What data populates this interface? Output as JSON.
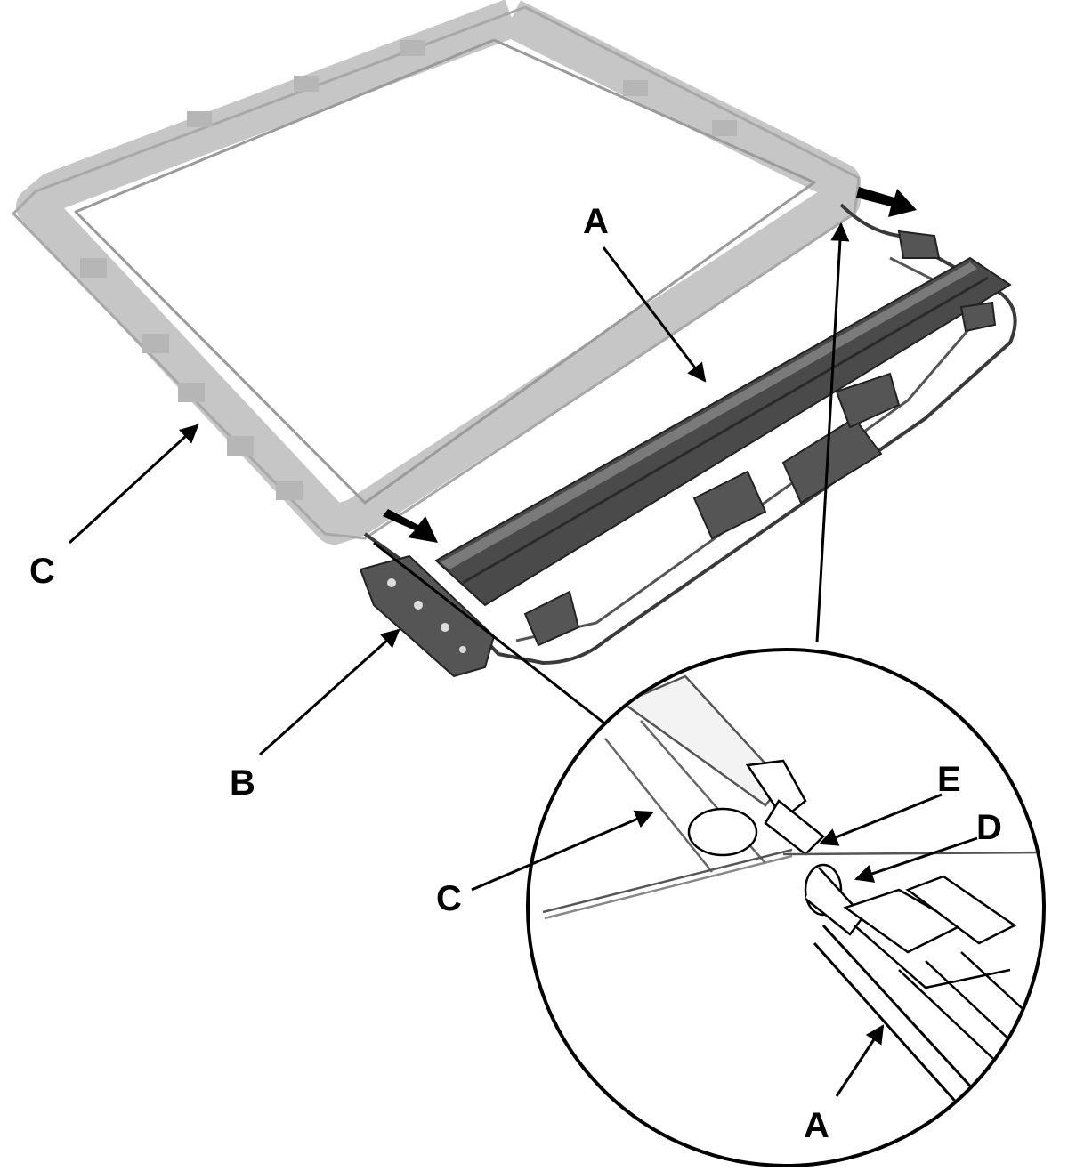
{
  "labels": {
    "a_main": "A",
    "c_main": "C",
    "b_main": "B",
    "e_detail": "E",
    "d_detail": "D",
    "c_detail": "C",
    "a_detail": "A"
  },
  "colors": {
    "frame_light": "#c6c6c6",
    "frame_light_edge": "#8c8c8c",
    "rail_dark": "#4a4a4a",
    "rail_highlight": "#7a7a7a",
    "ink": "#000000",
    "background": "#ffffff"
  },
  "icons": [
    "arrow-icon",
    "move-direction-arrow-icon"
  ]
}
